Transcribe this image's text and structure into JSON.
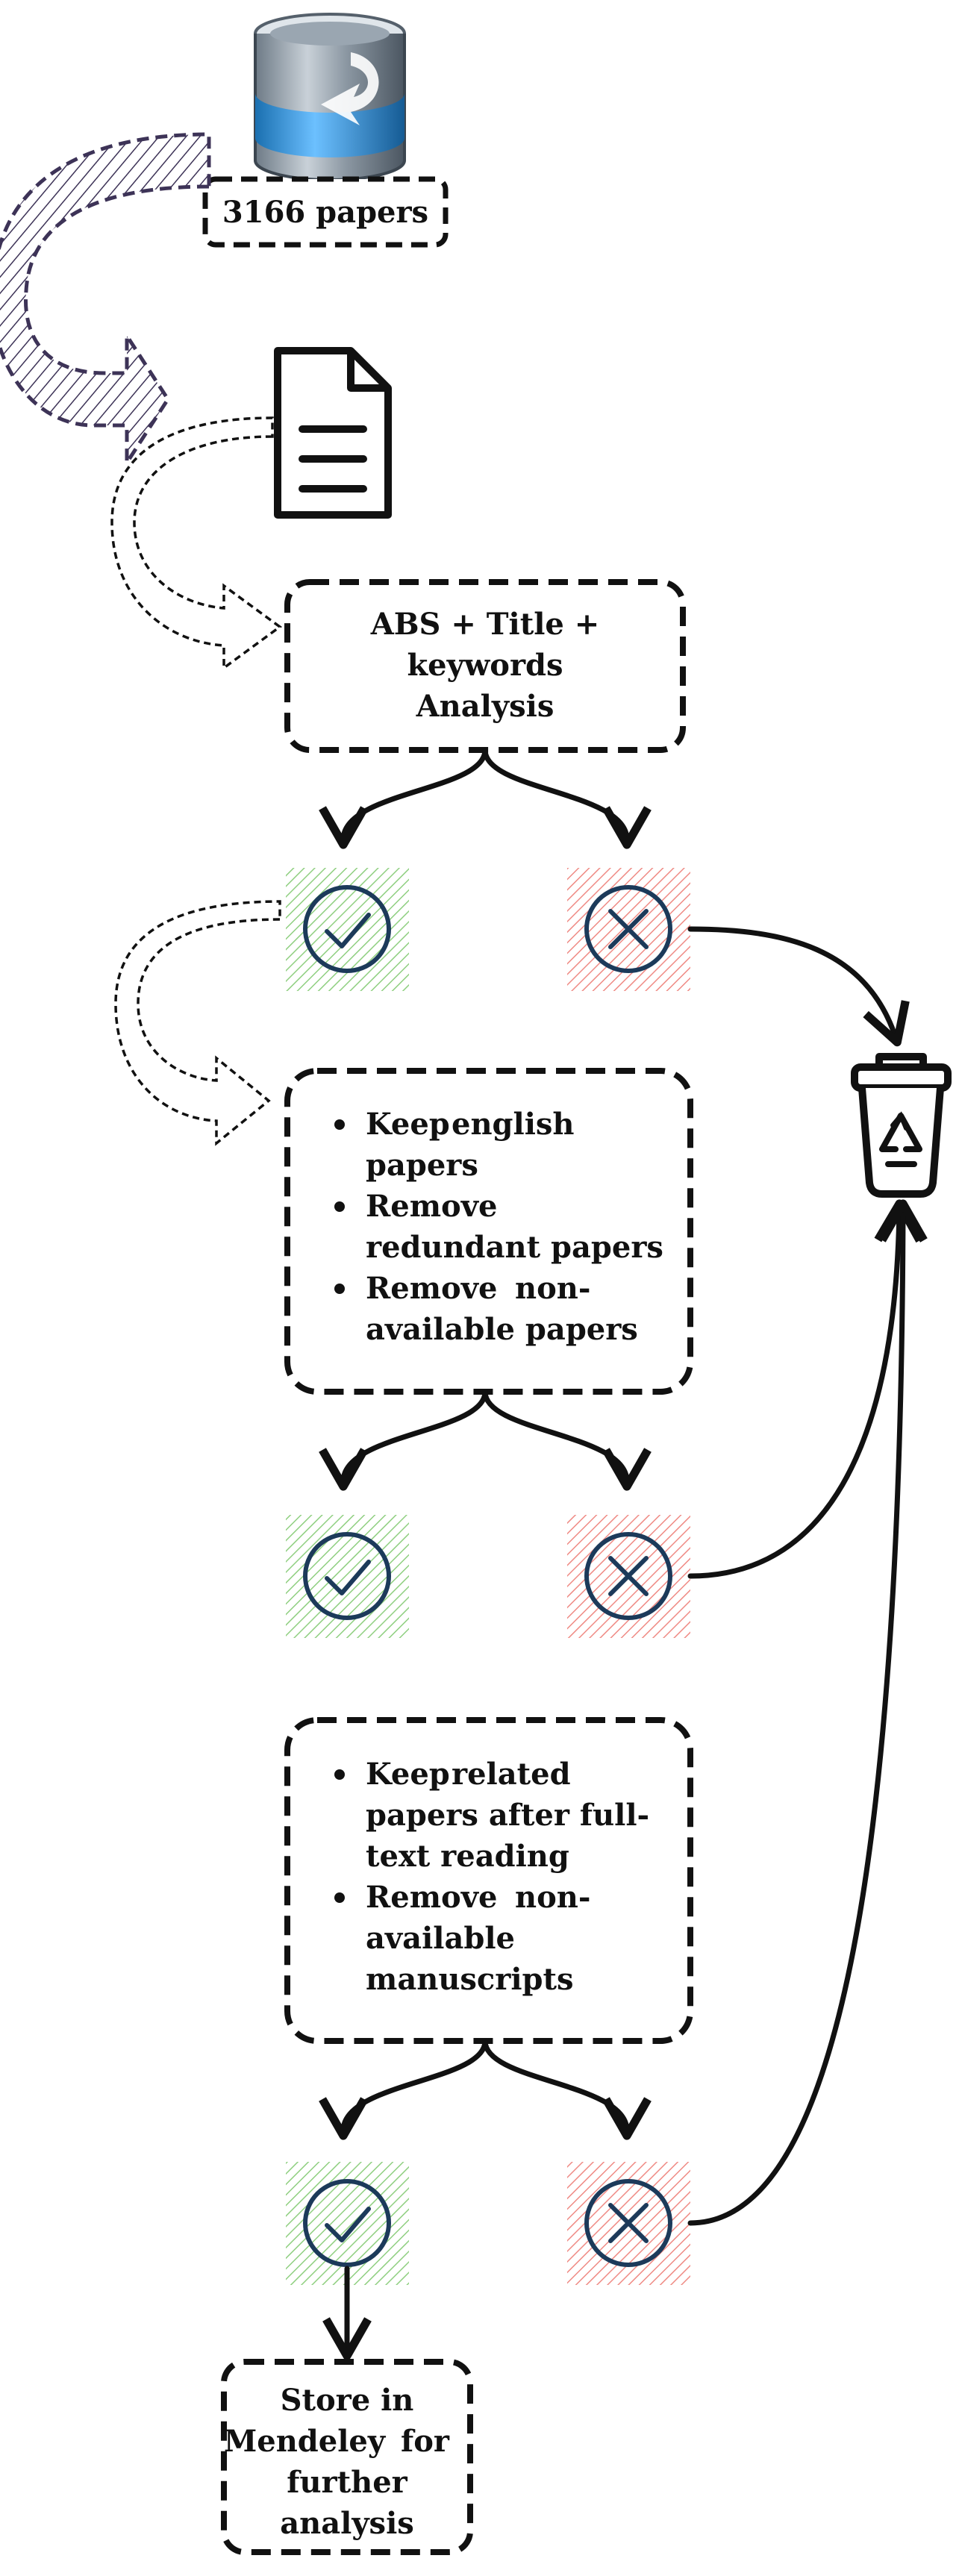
{
  "source": {
    "count_label": "3166 papers"
  },
  "step1": {
    "lines": [
      "ABS + Title +",
      "keywords"
    ],
    "highlight": "Analysis"
  },
  "step2": {
    "items": [
      {
        "verb": "Keep",
        "rest": [
          "english",
          "papers"
        ]
      },
      {
        "verb": "Remove",
        "rest": [
          "",
          "redundant papers"
        ]
      },
      {
        "verb": "Remove",
        "rest": [
          "non-",
          "available papers"
        ]
      }
    ]
  },
  "step3": {
    "items": [
      {
        "verb": "Keep",
        "rest": [
          "related",
          "papers after full-",
          "text reading"
        ]
      },
      {
        "verb": "Remove",
        "rest": [
          "non-",
          "available",
          "manuscripts"
        ]
      }
    ]
  },
  "final": {
    "line1": "Store in",
    "highlight": "Mendeley",
    "line2_rest": "for",
    "line3": "further",
    "line4": "analysis"
  },
  "icons": {
    "source": "database-icon",
    "document": "document-icon",
    "accept": "check-circle-icon",
    "reject": "x-circle-icon",
    "trash": "recycle-bin-icon"
  },
  "colors": {
    "keep": "#7cbf6a",
    "remove": "#e8736b",
    "highlight": "#8e1f47",
    "mendeley": "#8b1a1a",
    "arrow_purple": "#3d3357",
    "circle_stroke": "#1c3a5a"
  }
}
